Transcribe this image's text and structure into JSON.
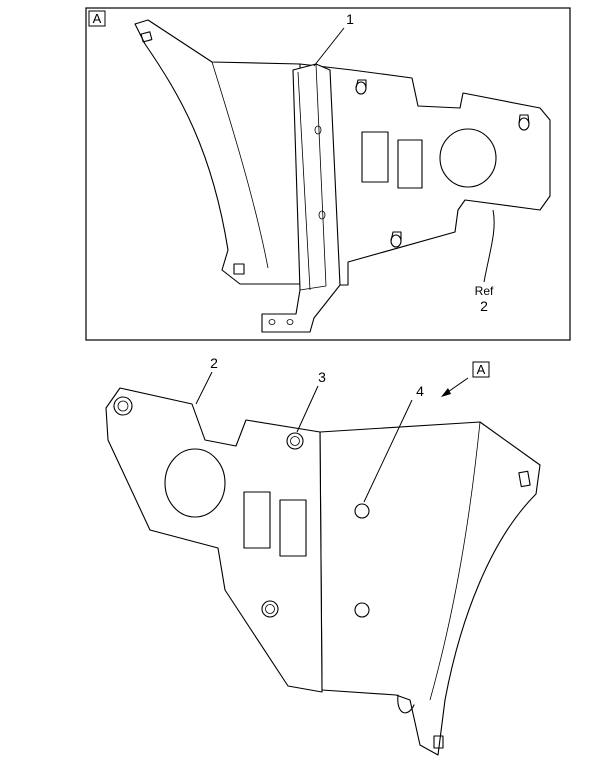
{
  "detail_view": {
    "label": "A",
    "callout_1": "1",
    "ref_text": "Ref",
    "ref_number": "2"
  },
  "main_view": {
    "callout_2": "2",
    "callout_3": "3",
    "callout_4": "4",
    "view_marker": "A"
  },
  "colors": {
    "line": "#000000",
    "background": "#ffffff"
  }
}
